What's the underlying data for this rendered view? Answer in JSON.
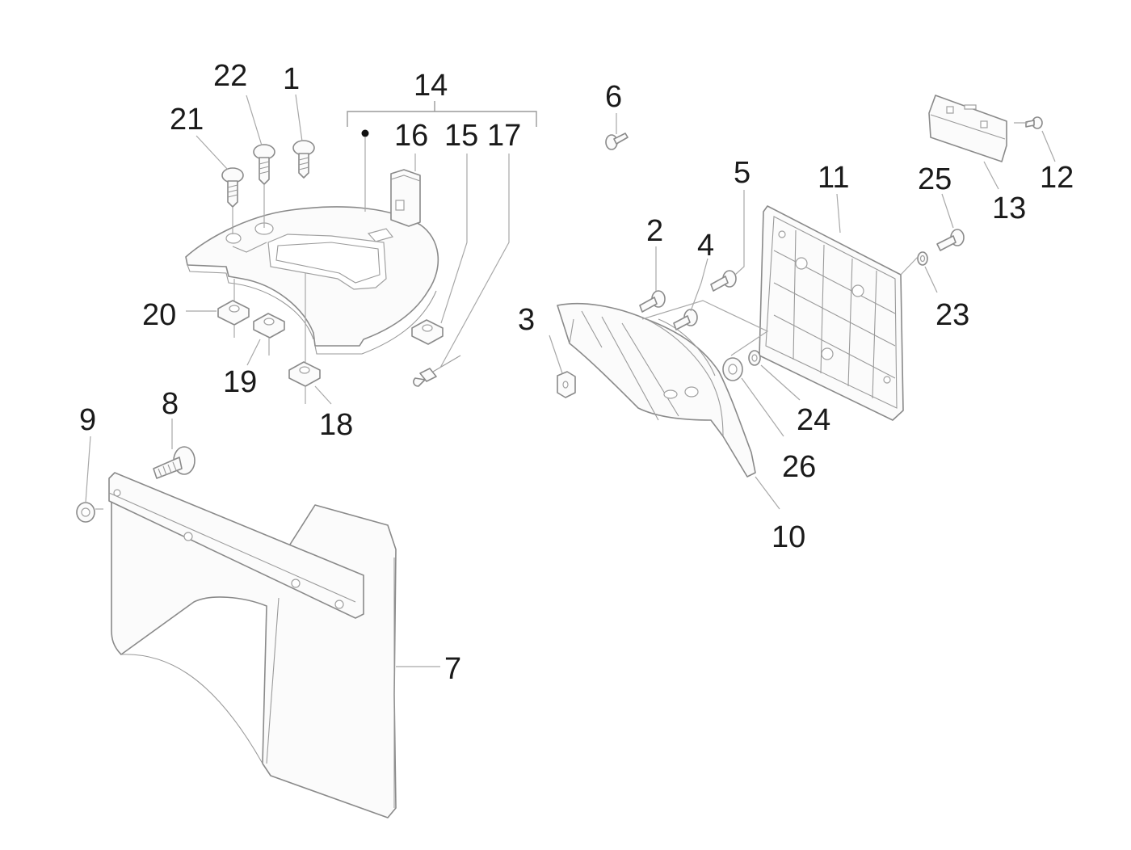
{
  "diagram": {
    "title": "",
    "callouts": [
      {
        "id": "c1",
        "label": "1",
        "part": "screw"
      },
      {
        "id": "c2",
        "label": "2",
        "part": "screw"
      },
      {
        "id": "c3",
        "label": "3",
        "part": "clip-nut"
      },
      {
        "id": "c4",
        "label": "4",
        "part": "screw"
      },
      {
        "id": "c5",
        "label": "5",
        "part": "screw"
      },
      {
        "id": "c6",
        "label": "6",
        "part": "screw"
      },
      {
        "id": "c7",
        "label": "7",
        "part": "mudflap"
      },
      {
        "id": "c8",
        "label": "8",
        "part": "bolt"
      },
      {
        "id": "c9",
        "label": "9",
        "part": "washer-nut"
      },
      {
        "id": "c10",
        "label": "10",
        "part": "license-plate-bracket"
      },
      {
        "id": "c11",
        "label": "11",
        "part": "license-plate-holder"
      },
      {
        "id": "c12",
        "label": "12",
        "part": "screw"
      },
      {
        "id": "c13",
        "label": "13",
        "part": "reflector-plate"
      },
      {
        "id": "c14",
        "label": "14",
        "part": "tail-cover-assembly"
      },
      {
        "id": "c15",
        "label": "15",
        "part": "clip-nut"
      },
      {
        "id": "c16",
        "label": "16",
        "part": "rubber-pad"
      },
      {
        "id": "c17",
        "label": "17",
        "part": "rivet"
      },
      {
        "id": "c18",
        "label": "18",
        "part": "clip-nut"
      },
      {
        "id": "c19",
        "label": "19",
        "part": "clip-nut"
      },
      {
        "id": "c20",
        "label": "20",
        "part": "clip-nut"
      },
      {
        "id": "c21",
        "label": "21",
        "part": "screw"
      },
      {
        "id": "c22",
        "label": "22",
        "part": "screw"
      },
      {
        "id": "c23",
        "label": "23",
        "part": "washer"
      },
      {
        "id": "c24",
        "label": "24",
        "part": "washer"
      },
      {
        "id": "c25",
        "label": "25",
        "part": "screw"
      },
      {
        "id": "c26",
        "label": "26",
        "part": "spacer"
      }
    ]
  }
}
